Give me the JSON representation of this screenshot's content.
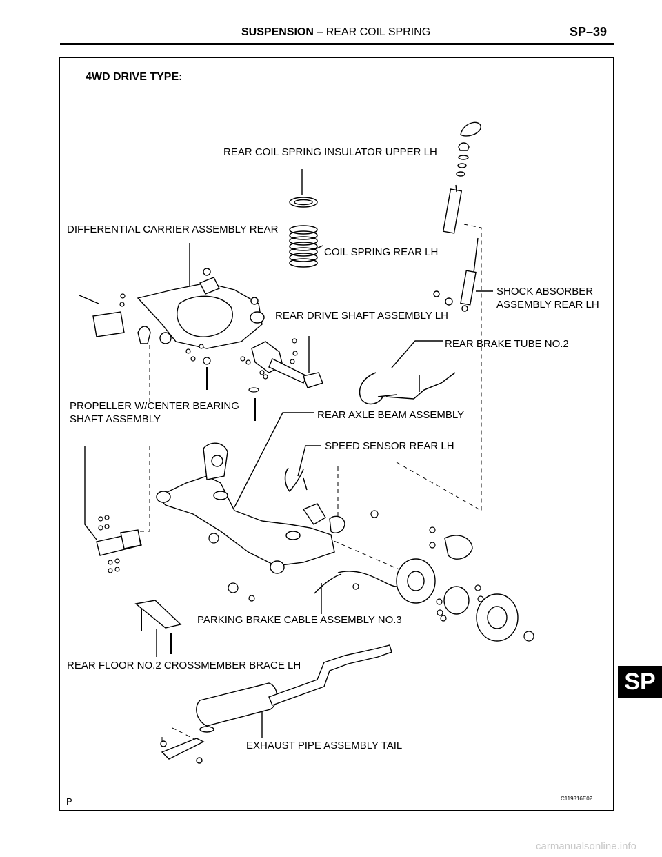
{
  "header": {
    "section": "SUSPENSION",
    "separator": " – ",
    "subsection": "REAR COIL SPRING",
    "page_number": "SP–39"
  },
  "section_tab": "SP",
  "diagram": {
    "title": "4WD DRIVE TYPE:",
    "figure_id": "C119316E02",
    "figure_mark": "P",
    "labels": {
      "insulator_upper": "REAR COIL SPRING INSULATOR UPPER LH",
      "diff_carrier": "DIFFERENTIAL CARRIER ASSEMBLY REAR",
      "coil_spring": "COIL SPRING REAR LH",
      "shock_line1": "SHOCK ABSORBER",
      "shock_line2": "ASSEMBLY REAR LH",
      "drive_shaft": "REAR DRIVE SHAFT ASSEMBLY LH",
      "brake_tube": "REAR BRAKE TUBE NO.2",
      "propeller_line1": "PROPELLER W/CENTER BEARING",
      "propeller_line2": "SHAFT ASSEMBLY",
      "axle_beam": "REAR AXLE BEAM ASSEMBLY",
      "speed_sensor": "SPEED SENSOR REAR LH",
      "parking_cable": "PARKING BRAKE CABLE ASSEMBLY NO.3",
      "floor_brace": "REAR FLOOR NO.2 CROSSMEMBER BRACE LH",
      "exhaust_tail": "EXHAUST PIPE ASSEMBLY TAIL"
    }
  },
  "watermark": "carmanualsonline.info"
}
